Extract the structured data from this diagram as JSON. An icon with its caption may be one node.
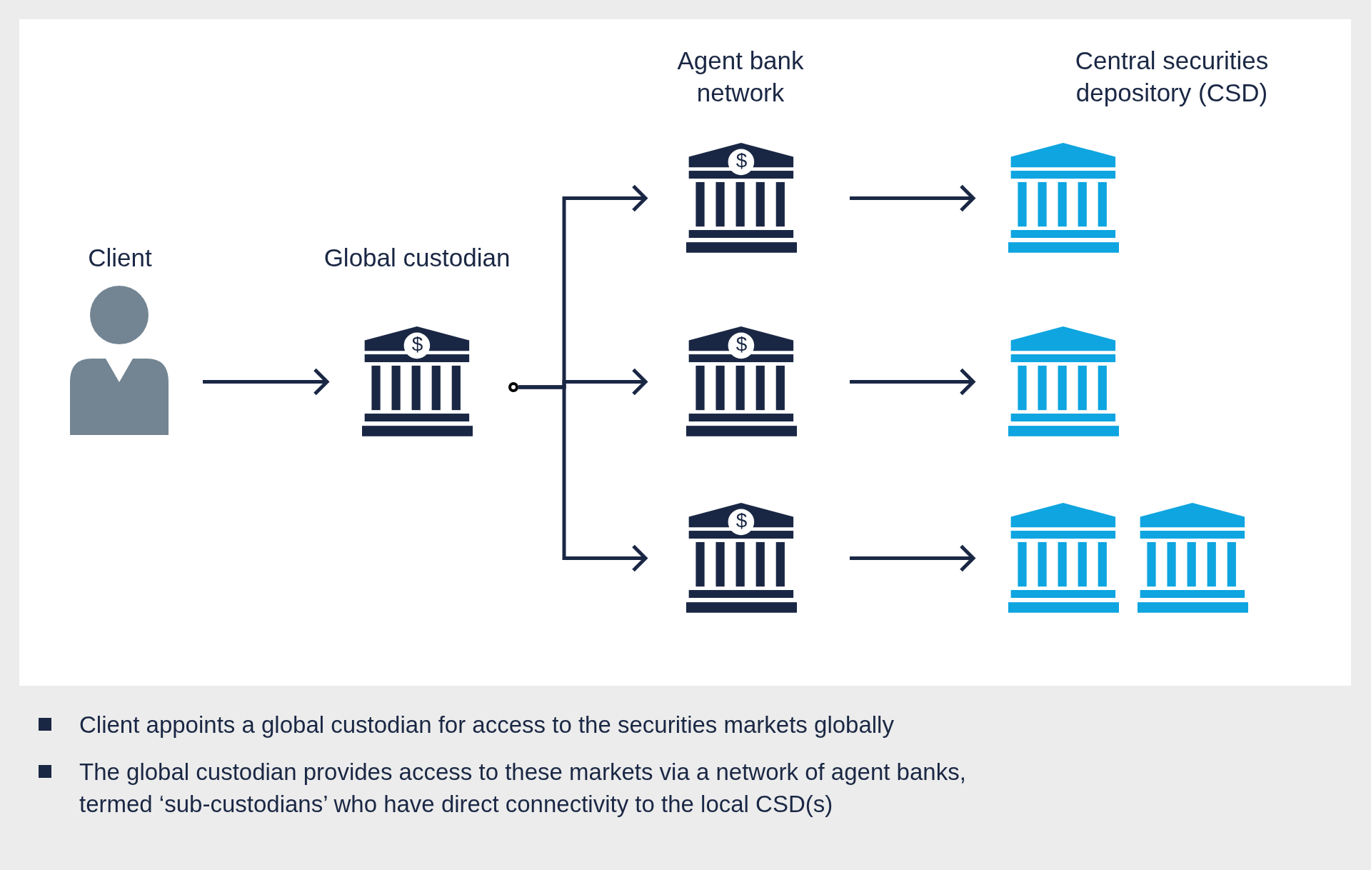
{
  "diagram": {
    "nodes": [
      {
        "text": [
          "Client"
        ]
      },
      {
        "text": [
          "Global custodian",
          "$"
        ]
      },
      {
        "text": [],
        "shape": "circle"
      },
      {
        "text": [
          "$"
        ]
      },
      {
        "text": [
          "$"
        ]
      },
      {
        "text": [
          "$"
        ]
      },
      {
        "text": [],
        "shape": "bank"
      },
      {
        "text": [],
        "shape": "bank"
      },
      {
        "text": [],
        "shape": "bank"
      },
      {
        "text": [],
        "shape": "bank"
      }
    ],
    "edges": [
      {
        "from": 0,
        "to": 1,
        "arrow": "to"
      },
      {
        "from": 2,
        "to": 3,
        "arrow": "to"
      },
      {
        "from": 2,
        "to": 4,
        "arrow": "to"
      },
      {
        "from": 2,
        "to": 5,
        "arrow": "to"
      },
      {
        "from": 3,
        "to": 6,
        "arrow": "to"
      },
      {
        "from": 4,
        "to": 7,
        "arrow": "to"
      },
      {
        "from": 5,
        "to": 8,
        "arrow": "to"
      }
    ],
    "labels": [
      "Agent bank network",
      "Central securities depository (CSD)",
      "Client appoints a global custodian for access to the securities markets globally",
      "The global custodian provides access to these markets via a network of agent banks, termed ‘sub-custodians’ who have direct connectivity to the local CSD(s)"
    ]
  }
}
